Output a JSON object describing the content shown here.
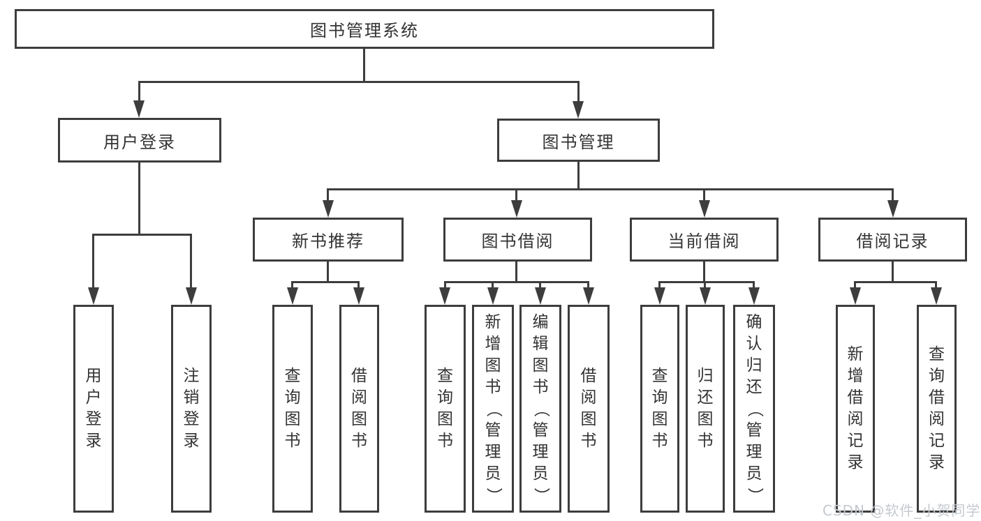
{
  "title": "图书管理系统",
  "nodes": {
    "root": "图书管理系统",
    "user_login": "用户登录",
    "book_mgmt": "图书管理",
    "new_book_rec": "新书推荐",
    "book_borrow": "图书借阅",
    "current_borrow": "当前借阅",
    "borrow_record": "借阅记录",
    "ul_user_login": "用户登录",
    "ul_logout": "注销登录",
    "rec_query_book": "查询图书",
    "rec_borrow_book": "借阅图书",
    "bb_query_book": "查询图书",
    "bb_add_book": "新增图书（管理员）",
    "bb_edit_book": "编辑图书（管理员）",
    "bb_borrow_book": "借阅图书",
    "cb_query_book": "查询图书",
    "cb_return_book": "归还图书",
    "cb_confirm_return": "确认归还（管理员）",
    "br_add_record": "新增借阅记录",
    "br_query_record": "查询借阅记录"
  },
  "watermark": {
    "text": "CSDN @软件_小贺同学"
  },
  "colors": {
    "line": "#3d3d3d",
    "text": "#333333",
    "box_background": "#ffffff",
    "watermark": "#c4c9cf"
  }
}
